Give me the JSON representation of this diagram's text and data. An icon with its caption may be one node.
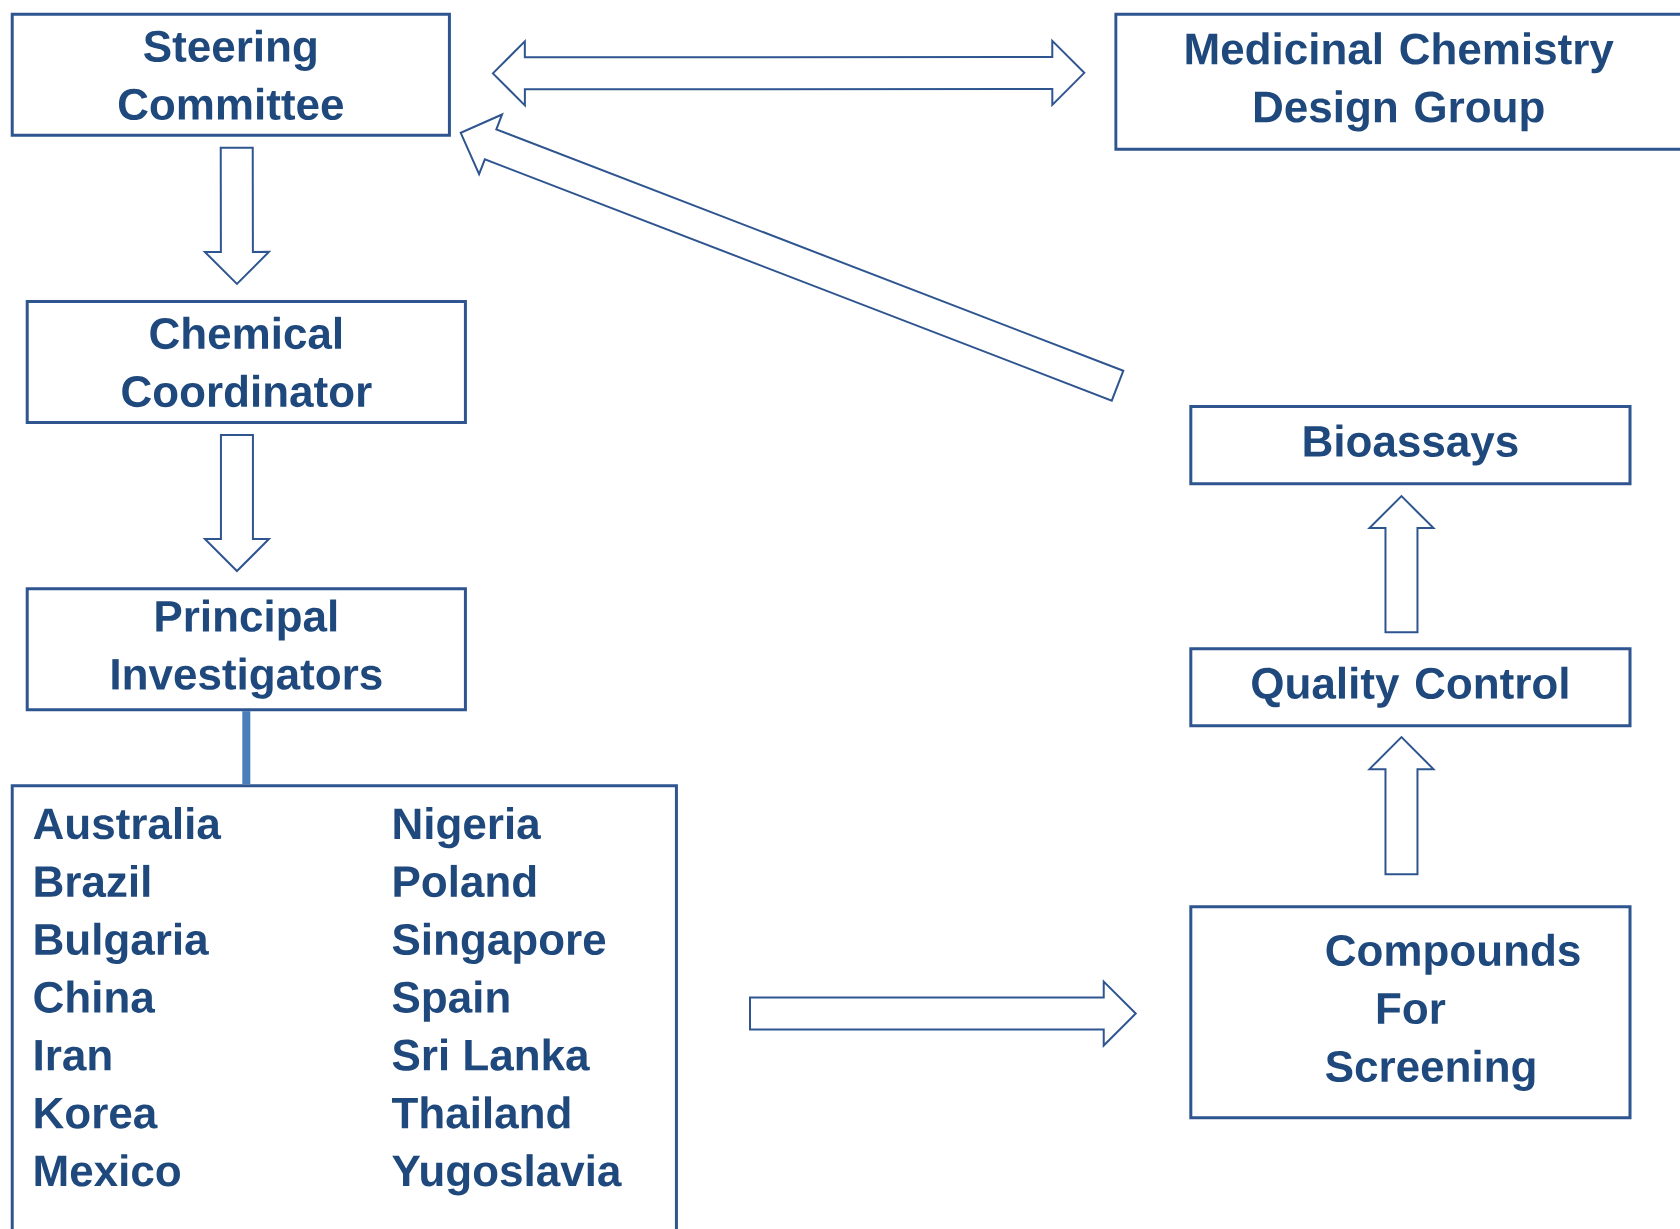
{
  "diagram": {
    "nodes": [
      {
        "text": [
          "Steering Committee"
        ]
      },
      {
        "text": [
          "Medicinal Chemistry Design Group"
        ]
      },
      {
        "text": [
          "Chemical Coordinator"
        ]
      },
      {
        "text": [
          "Principal Investigators"
        ]
      },
      {
        "text": [
          "Australia",
          "Brazil",
          "Bulgaria",
          "China",
          "Iran",
          "Korea",
          "Mexico",
          "Nigeria",
          "Poland",
          "Singapore",
          "Spain",
          "Sri Lanka",
          "Thailand",
          "Yugoslavia"
        ]
      },
      {
        "text": [
          "Bioassays"
        ]
      },
      {
        "text": [
          "Quality Control"
        ]
      },
      {
        "text": [
          "Compounds For Screening"
        ]
      }
    ],
    "edges": [
      {
        "from": 0,
        "to": 1,
        "arrow": "both"
      },
      {
        "from": 0,
        "to": 2,
        "arrow": "to"
      },
      {
        "from": 2,
        "to": 3,
        "arrow": "to"
      },
      {
        "from": 3,
        "to": 4,
        "arrow": "none",
        "color": "#4a7ebb"
      },
      {
        "from": 4,
        "to": 7,
        "arrow": "to"
      },
      {
        "from": 7,
        "to": 6,
        "arrow": "to"
      },
      {
        "from": 6,
        "to": 5,
        "arrow": "to"
      },
      {
        "from": 5,
        "to": 0,
        "arrow": "to"
      }
    ]
  }
}
